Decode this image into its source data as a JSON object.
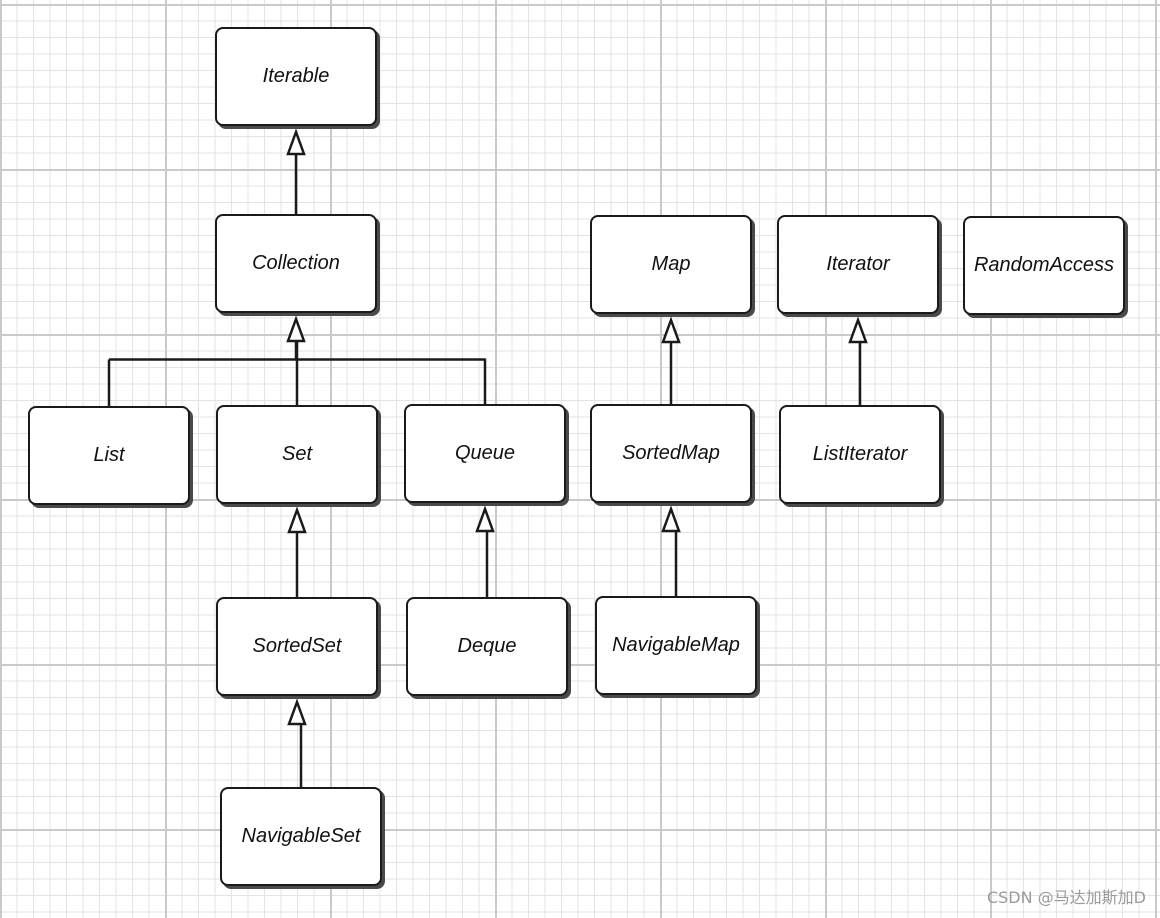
{
  "diagram": {
    "nodes": [
      {
        "id": "iterable",
        "label": "Iterable"
      },
      {
        "id": "collection",
        "label": "Collection"
      },
      {
        "id": "map",
        "label": "Map"
      },
      {
        "id": "iterator",
        "label": "Iterator"
      },
      {
        "id": "randomaccess",
        "label": "RandomAccess"
      },
      {
        "id": "list",
        "label": "List"
      },
      {
        "id": "set",
        "label": "Set"
      },
      {
        "id": "queue",
        "label": "Queue"
      },
      {
        "id": "sortedmap",
        "label": "SortedMap"
      },
      {
        "id": "listiterator",
        "label": "ListIterator"
      },
      {
        "id": "sortedset",
        "label": "SortedSet"
      },
      {
        "id": "deque",
        "label": "Deque"
      },
      {
        "id": "navigablemap",
        "label": "NavigableMap"
      },
      {
        "id": "navigableset",
        "label": "NavigableSet"
      }
    ],
    "edges": [
      {
        "from": "collection",
        "to": "iterable"
      },
      {
        "from": "list",
        "to": "collection"
      },
      {
        "from": "set",
        "to": "collection"
      },
      {
        "from": "queue",
        "to": "collection"
      },
      {
        "from": "sortedmap",
        "to": "map"
      },
      {
        "from": "listiterator",
        "to": "iterator"
      },
      {
        "from": "sortedset",
        "to": "set"
      },
      {
        "from": "deque",
        "to": "queue"
      },
      {
        "from": "navigablemap",
        "to": "sortedmap"
      },
      {
        "from": "navigableset",
        "to": "sortedset"
      }
    ]
  },
  "watermark": "CSDN @马达加斯加D"
}
